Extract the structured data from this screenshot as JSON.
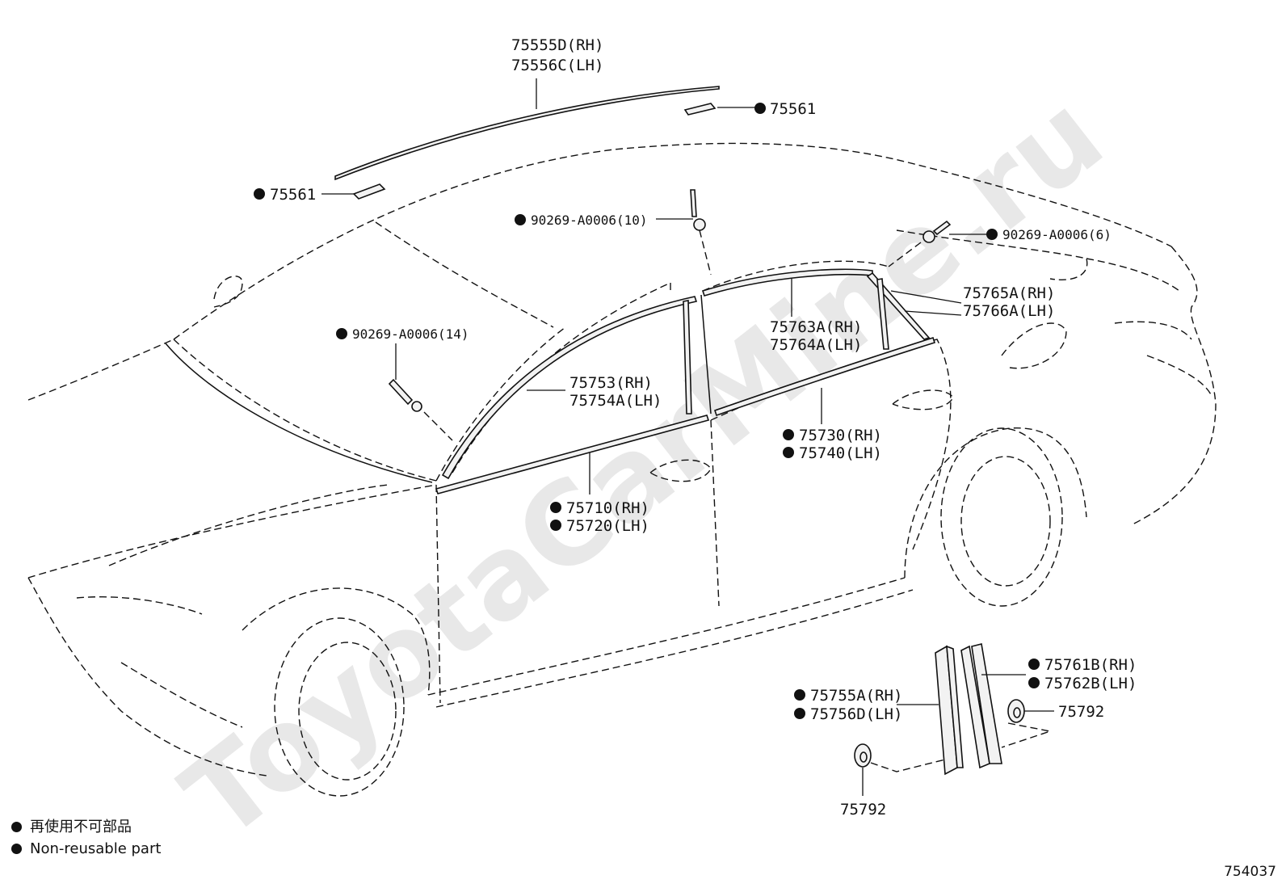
{
  "watermark": "ToyotaCarMine.ru",
  "parts": [
    {
      "id": "p-roof-drip",
      "lines": [
        "75555D(RH)",
        "75556C(LH)"
      ],
      "bullet": false
    },
    {
      "id": "p-clip-right",
      "lines": [
        "75561"
      ],
      "bullet": true
    },
    {
      "id": "p-clip-left",
      "lines": [
        "75561"
      ],
      "bullet": true
    },
    {
      "id": "p-rivet-10",
      "lines": [
        "90269-A0006(10)"
      ],
      "bullet": true
    },
    {
      "id": "p-rivet-6",
      "lines": [
        "90269-A0006(6)"
      ],
      "bullet": true
    },
    {
      "id": "p-rivet-14",
      "lines": [
        "90269-A0006(14)"
      ],
      "bullet": true
    },
    {
      "id": "p-rear-frame",
      "lines": [
        "75763A(RH)",
        "75764A(LH)"
      ],
      "bullet": false
    },
    {
      "id": "p-quarter-mold",
      "lines": [
        "75765A(RH)",
        "75766A(LH)"
      ],
      "bullet": false
    },
    {
      "id": "p-front-frame",
      "lines": [
        "75753(RH)",
        "75754A(LH)"
      ],
      "bullet": false
    },
    {
      "id": "p-rear-belt",
      "lines": [
        "75730(RH)",
        "75740(LH)"
      ],
      "bullet": true
    },
    {
      "id": "p-front-belt",
      "lines": [
        "75710(RH)",
        "75720(LH)"
      ],
      "bullet": true
    },
    {
      "id": "p-rear-pillar-garnish",
      "lines": [
        "75761B(RH)",
        "75762B(LH)"
      ],
      "bullet": true
    },
    {
      "id": "p-front-pillar-garnish",
      "lines": [
        "75755A(RH)",
        "75756D(LH)"
      ],
      "bullet": true
    },
    {
      "id": "p-clip-a",
      "lines": [
        "75792"
      ],
      "bullet": false
    },
    {
      "id": "p-clip-b",
      "lines": [
        "75792"
      ],
      "bullet": false
    }
  ],
  "legend": [
    {
      "text": "再使用不可部品"
    },
    {
      "text": "Non-reusable part"
    }
  ],
  "diagram_id": "754037"
}
